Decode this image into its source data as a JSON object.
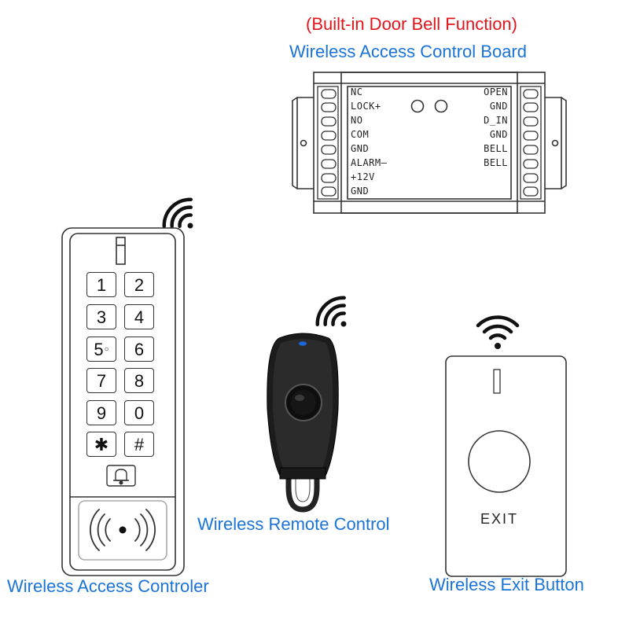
{
  "diagram": {
    "subtitle": "(Built-in Door Bell Function)",
    "board_label": "Wireless Access Control Board",
    "keypad_label": "Wireless Access Controler",
    "remote_label": "Wireless Remote Control",
    "exit_label": "Wireless Exit Button"
  },
  "board": {
    "left_terminals": [
      "NC",
      "LOCK+",
      "NO",
      "COM",
      "GND",
      "ALARM–",
      "+12V",
      "GND"
    ],
    "right_terminals": [
      "OPEN",
      "GND",
      "D_IN",
      "GND",
      "BELL",
      "BELL"
    ]
  },
  "keypad": {
    "keys": [
      "1",
      "2",
      "3",
      "4",
      "5",
      "6",
      "7",
      "8",
      "9",
      "0",
      "✱",
      "#"
    ],
    "key5_marker": "○"
  },
  "exit_button": {
    "text": "EXIT"
  },
  "colors": {
    "subtitle": "#e4141b",
    "labels": "#1a73d9",
    "outline": "#333333"
  },
  "icons": [
    "wifi-signal-icon",
    "bell-icon",
    "rfid-wave-icon"
  ]
}
